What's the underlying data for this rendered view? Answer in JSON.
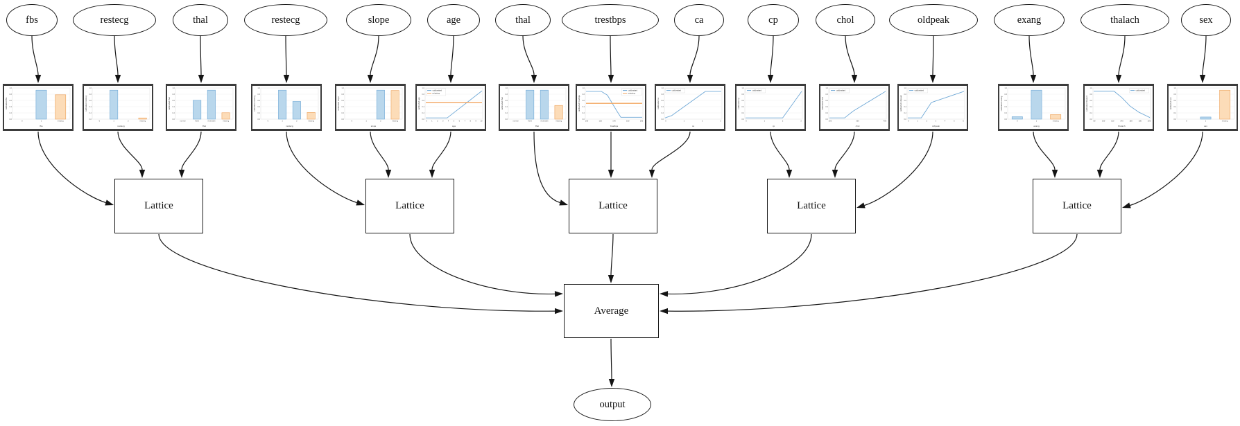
{
  "diagram": {
    "average_label": "Average",
    "output_label": "output",
    "lattice_label": "Lattice",
    "lattice_count": 5,
    "groups": [
      [
        "fbs",
        "restecg",
        "thal"
      ],
      [
        "restecg",
        "slope",
        "age"
      ],
      [
        "thal",
        "trestbps",
        "ca"
      ],
      [
        "cp",
        "chol",
        "oldpeak"
      ],
      [
        "exang",
        "thalach",
        "sex"
      ]
    ]
  },
  "features": [
    {
      "name": "fbs",
      "lattice": 1
    },
    {
      "name": "restecg",
      "lattice": 1
    },
    {
      "name": "thal",
      "lattice": 1
    },
    {
      "name": "restecg",
      "lattice": 2
    },
    {
      "name": "slope",
      "lattice": 2
    },
    {
      "name": "age",
      "lattice": 2
    },
    {
      "name": "thal",
      "lattice": 3
    },
    {
      "name": "trestbps",
      "lattice": 3
    },
    {
      "name": "ca",
      "lattice": 3
    },
    {
      "name": "cp",
      "lattice": 4
    },
    {
      "name": "chol",
      "lattice": 4
    },
    {
      "name": "oldpeak",
      "lattice": 4
    },
    {
      "name": "exang",
      "lattice": 5
    },
    {
      "name": "thalach",
      "lattice": 5
    },
    {
      "name": "sex",
      "lattice": 5
    }
  ],
  "legend": {
    "calibrated": "calibrated",
    "missing": "missing"
  },
  "colors": {
    "calibrated_line": "#6fa8d6",
    "missing_line": "#f2a45e",
    "bar_blue_fill": "#b9d7ec",
    "bar_blue_edge": "#6fa8d6",
    "bar_orange_fill": "#fcdcb8",
    "bar_orange_edge": "#eda159",
    "edge_stroke": "#141414",
    "node_border": "#1a1a1a",
    "chart_frame": "#3c3c3c"
  },
  "chart_axis": {
    "y_ticks": [
      "0.0",
      "0.2",
      "0.4",
      "0.6",
      "0.8",
      "1.0"
    ]
  },
  "chart_data": [
    {
      "feature": "fbs",
      "type": "bar",
      "xlabel": "fbs",
      "ylabel": "calibrated fbs",
      "categories": [
        "0",
        "1",
        "missing"
      ],
      "values": [
        0,
        0.95,
        0.8
      ]
    },
    {
      "feature": "restecg",
      "type": "bar",
      "xlabel": "restecg",
      "ylabel": "calibrated restecg",
      "categories": [
        "0",
        "1",
        "2",
        "missing"
      ],
      "values": [
        0,
        0.95,
        0,
        0.04
      ]
    },
    {
      "feature": "thal",
      "type": "bar",
      "xlabel": "thal",
      "ylabel": "calibrated thal",
      "categories": [
        "normal",
        "fixed",
        "reversible",
        "missing"
      ],
      "values": [
        0,
        0.62,
        0.95,
        0.21
      ]
    },
    {
      "feature": "restecg",
      "type": "bar",
      "xlabel": "restecg",
      "ylabel": "calibrated restecg",
      "categories": [
        "0",
        "1",
        "2",
        "missing"
      ],
      "values": [
        0,
        0.95,
        0.58,
        0.22
      ]
    },
    {
      "feature": "slope",
      "type": "bar",
      "xlabel": "slope",
      "ylabel": "calibrated slope",
      "categories": [
        "0",
        "1",
        "2",
        "missing"
      ],
      "values": [
        0,
        0,
        0.95,
        0.94
      ]
    },
    {
      "feature": "age",
      "type": "line",
      "xlabel": "age",
      "ylabel": "calibrated age",
      "x_ticks": [
        "0",
        "1",
        "2",
        "3",
        "4",
        "5",
        "6",
        "7",
        "8",
        "9",
        "10"
      ],
      "legend_pos": "upper-left",
      "series": [
        {
          "name": "calibrated",
          "color": "calibrated",
          "points": [
            [
              0,
              0.02
            ],
            [
              0.38,
              0.02
            ],
            [
              1,
              0.95
            ]
          ]
        },
        {
          "name": "missing",
          "color": "missing",
          "points": [
            [
              0,
              0.55
            ],
            [
              1,
              0.55
            ]
          ]
        }
      ]
    },
    {
      "feature": "thal",
      "type": "bar",
      "xlabel": "thal",
      "ylabel": "calibrated thal",
      "categories": [
        "normal",
        "fixed",
        "reversible",
        "missing"
      ],
      "values": [
        0,
        0.95,
        0.95,
        0.45
      ]
    },
    {
      "feature": "trestbps",
      "type": "line",
      "xlabel": "trestbps",
      "ylabel": "calibrated trestbps",
      "x_ticks": [
        "100",
        "120",
        "140",
        "160",
        "180"
      ],
      "legend_pos": "upper-right",
      "series": [
        {
          "name": "calibrated",
          "color": "calibrated",
          "points": [
            [
              0,
              0.93
            ],
            [
              0.27,
              0.93
            ],
            [
              0.38,
              0.8
            ],
            [
              0.55,
              0.25
            ],
            [
              0.62,
              0.04
            ],
            [
              1,
              0.04
            ]
          ]
        },
        {
          "name": "missing",
          "color": "missing",
          "points": [
            [
              0,
              0.52
            ],
            [
              1,
              0.52
            ]
          ]
        }
      ]
    },
    {
      "feature": "ca",
      "type": "line",
      "xlabel": "ca",
      "ylabel": "calibrated ca",
      "x_ticks": [
        "0",
        "1",
        "2",
        "3"
      ],
      "legend_pos": "upper-left",
      "series": [
        {
          "name": "calibrated",
          "color": "calibrated",
          "points": [
            [
              0,
              0.02
            ],
            [
              0.12,
              0.1
            ],
            [
              0.72,
              0.93
            ],
            [
              1,
              0.93
            ]
          ]
        }
      ]
    },
    {
      "feature": "cp",
      "type": "line",
      "xlabel": "cp",
      "ylabel": "calibrated cp",
      "x_ticks": [
        "0",
        "1",
        "2",
        "3"
      ],
      "legend_pos": "upper-left",
      "series": [
        {
          "name": "calibrated",
          "color": "calibrated",
          "points": [
            [
              0,
              0.02
            ],
            [
              0.66,
              0.02
            ],
            [
              1,
              0.93
            ]
          ]
        }
      ]
    },
    {
      "feature": "chol",
      "type": "line",
      "xlabel": "chol",
      "ylabel": "calibrated chol",
      "x_ticks": [
        "200",
        "300",
        "400"
      ],
      "legend_pos": "upper-left",
      "series": [
        {
          "name": "calibrated",
          "color": "calibrated",
          "points": [
            [
              0,
              0.02
            ],
            [
              0.27,
              0.02
            ],
            [
              0.42,
              0.25
            ],
            [
              1,
              0.93
            ]
          ]
        }
      ]
    },
    {
      "feature": "oldpeak",
      "type": "line",
      "xlabel": "oldpeak",
      "ylabel": "calibrated oldpeak",
      "x_ticks": [
        "0",
        "1",
        "2",
        "3",
        "4",
        "5",
        "6"
      ],
      "legend_pos": "upper-left",
      "series": [
        {
          "name": "calibrated",
          "color": "calibrated",
          "points": [
            [
              0,
              0.02
            ],
            [
              0.24,
              0.02
            ],
            [
              0.42,
              0.55
            ],
            [
              1,
              0.93
            ]
          ]
        }
      ]
    },
    {
      "feature": "exang",
      "type": "bar",
      "xlabel": "exang",
      "ylabel": "calibrated exang",
      "categories": [
        "0",
        "1",
        "missing"
      ],
      "values": [
        0.08,
        0.95,
        0.15
      ]
    },
    {
      "feature": "thalach",
      "type": "line",
      "xlabel": "thalach",
      "ylabel": "calibrated thalach",
      "x_ticks": [
        "80",
        "100",
        "120",
        "140",
        "160",
        "180",
        "200"
      ],
      "legend_pos": "upper-right",
      "series": [
        {
          "name": "calibrated",
          "color": "calibrated",
          "points": [
            [
              0,
              0.94
            ],
            [
              0.36,
              0.94
            ],
            [
              0.5,
              0.72
            ],
            [
              0.65,
              0.42
            ],
            [
              0.8,
              0.22
            ],
            [
              1,
              0.03
            ]
          ]
        }
      ]
    },
    {
      "feature": "sex",
      "type": "bar",
      "xlabel": "sex",
      "ylabel": "calibrated sex",
      "categories": [
        "0",
        "1",
        "missing"
      ],
      "values": [
        0,
        0.07,
        0.95
      ]
    }
  ]
}
